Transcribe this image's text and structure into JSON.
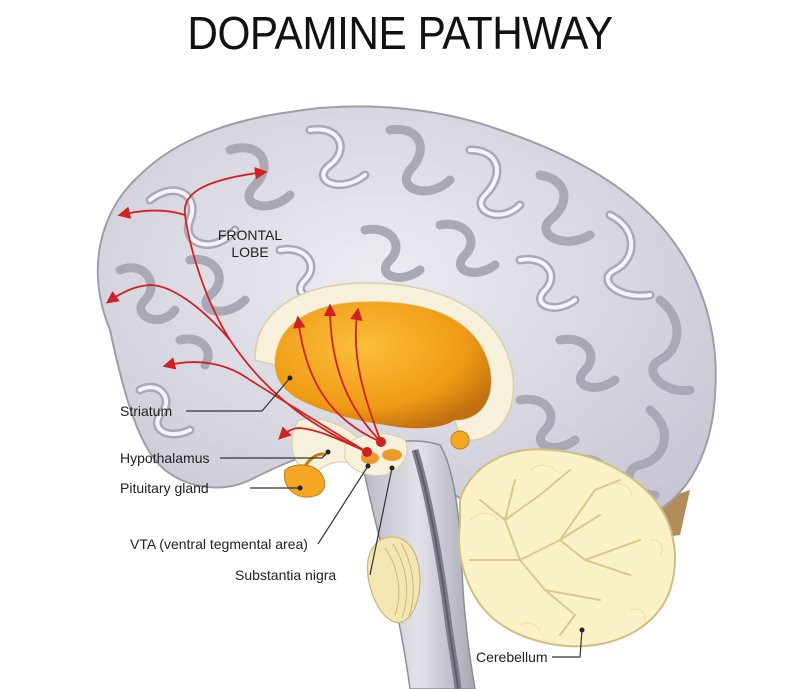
{
  "title": "DOPAMINE PATHWAY",
  "labels": {
    "frontal_lobe_1": "FRONTAL",
    "frontal_lobe_2": "LOBE",
    "striatum": "Striatum",
    "hypothalamus": "Hypothalamus",
    "pituitary_gland": "Pituitary gland",
    "vta": "VTA (ventral tegmental area)",
    "substantia_nigra": "Substantia nigra",
    "cerebellum": "Cerebellum"
  },
  "colors": {
    "cortex": "#dcdce6",
    "cortex_fold": "#a9a9b6",
    "striatum": "#f3a51c",
    "pathway": "#d32020",
    "cerebellum": "#fbf1c6",
    "brainstem": "#c9c9d2"
  }
}
